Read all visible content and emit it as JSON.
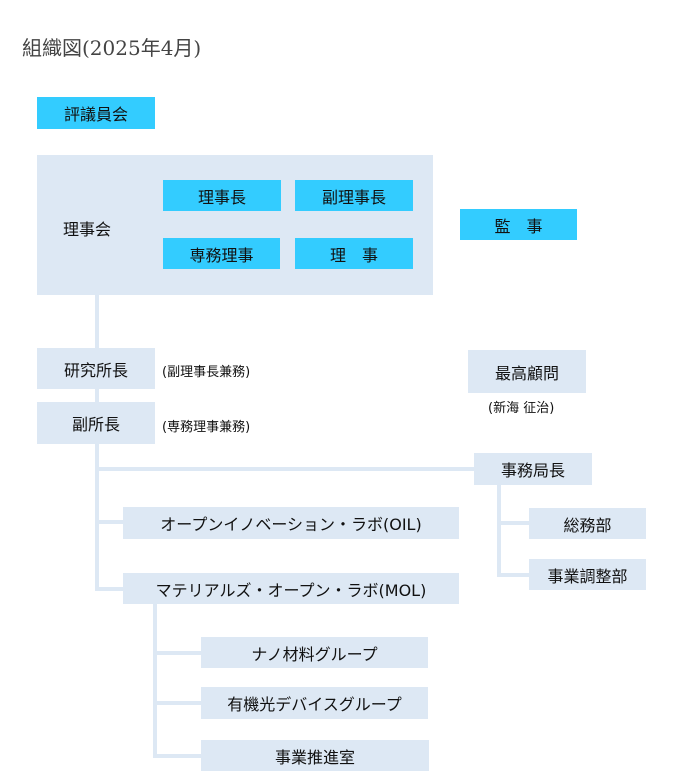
{
  "title": "組織図(2025年4月)",
  "council": "評議員会",
  "board": {
    "label": "理事会",
    "chair": "理事長",
    "vice_chair": "副理事長",
    "executive": "専務理事",
    "director": "理　事"
  },
  "auditor": "監　事",
  "director_general": {
    "label": "研究所長",
    "note": "(副理事長兼務)"
  },
  "deputy": {
    "label": "副所長",
    "note": "(専務理事兼務)"
  },
  "advisor": {
    "label": "最高顧問",
    "name": "(新海 征治)"
  },
  "secretariat": {
    "label": "事務局長",
    "departments": [
      "総務部",
      "事業調整部"
    ]
  },
  "oil": "オープンイノベーション・ラボ(OIL)",
  "mol": {
    "label": "マテリアルズ・オープン・ラボ(MOL)",
    "groups": [
      "ナノ材料グループ",
      "有機光デバイスグループ",
      "事業推進室"
    ]
  }
}
